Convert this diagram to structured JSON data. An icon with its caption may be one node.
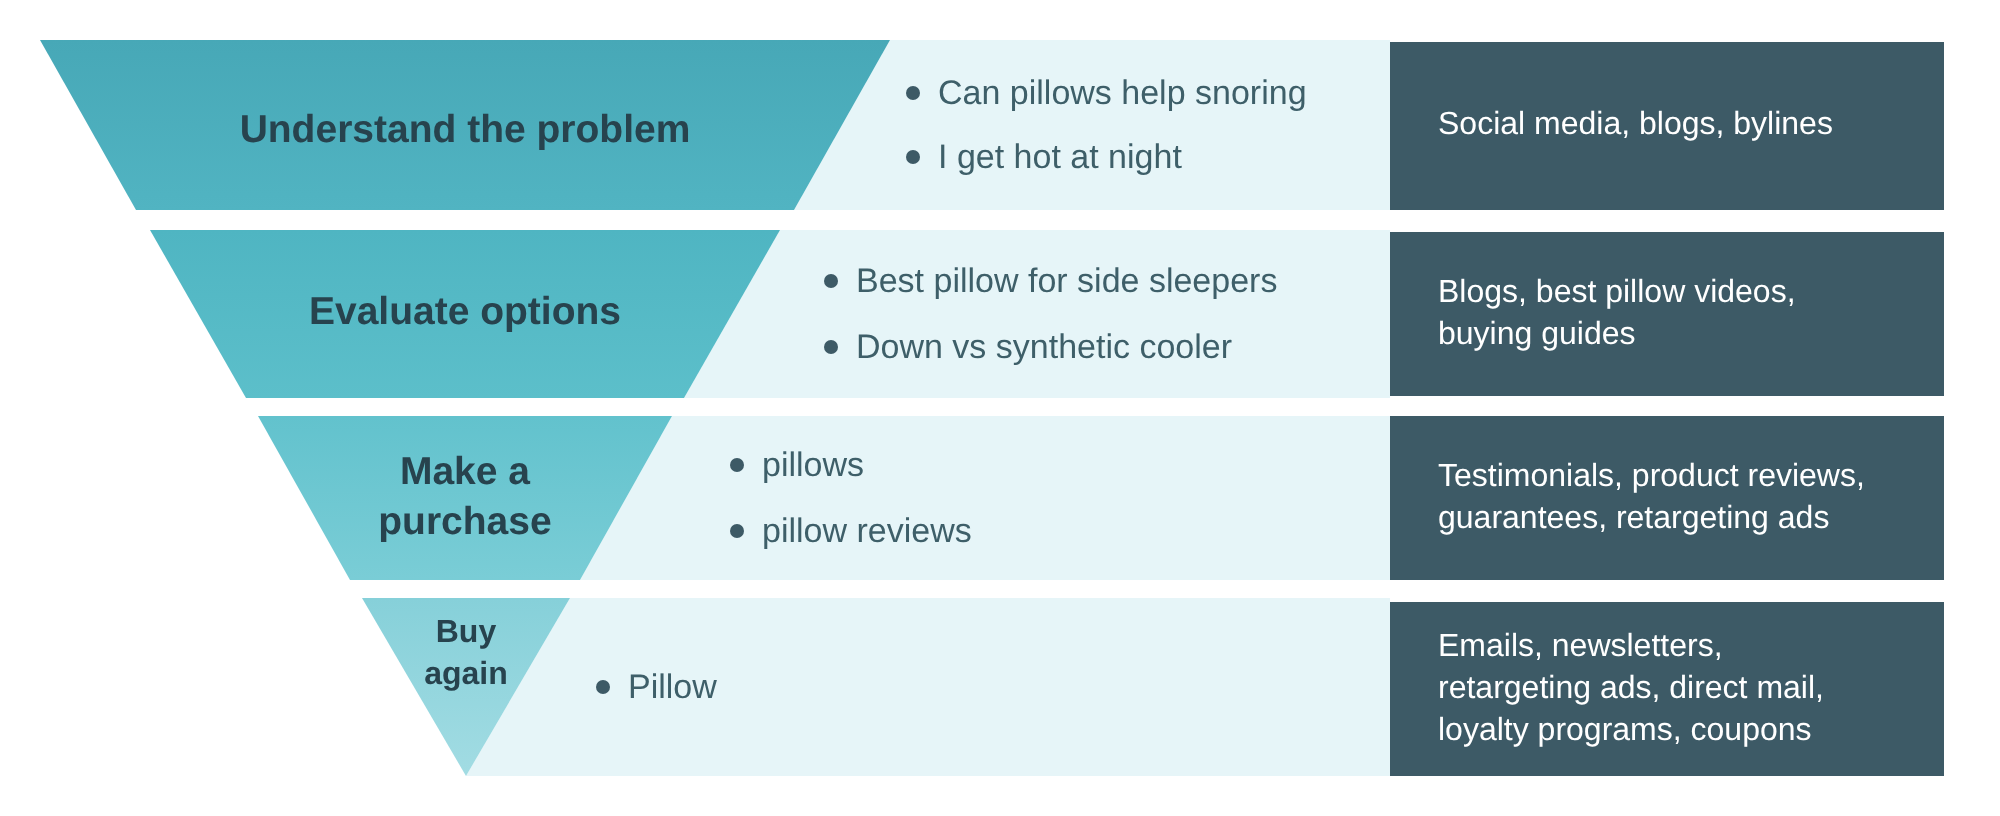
{
  "diagram": {
    "nodes": [
      {
        "text": [
          "Understand the problem"
        ]
      },
      {
        "text": [
          "Can pillows help snoring",
          "I get hot at night"
        ]
      },
      {
        "text": [
          "Social media, blogs, bylines"
        ]
      },
      {
        "text": [
          "Evaluate options"
        ]
      },
      {
        "text": [
          "Best pillow for side sleepers",
          "Down vs synthetic cooler"
        ]
      },
      {
        "text": [
          "Blogs, best pillow videos, buying guides"
        ]
      },
      {
        "text": [
          "Make a purchase"
        ]
      },
      {
        "text": [
          "pillows",
          "pillow reviews"
        ]
      },
      {
        "text": [
          "Testimonials, product reviews, guarantees, retargeting ads"
        ]
      },
      {
        "text": [
          "Buy again"
        ]
      },
      {
        "text": [
          "Pillow"
        ]
      },
      {
        "text": [
          "Emails, newsletters, retargeting ads, direct mail, loyalty programs, coupons"
        ]
      }
    ]
  }
}
